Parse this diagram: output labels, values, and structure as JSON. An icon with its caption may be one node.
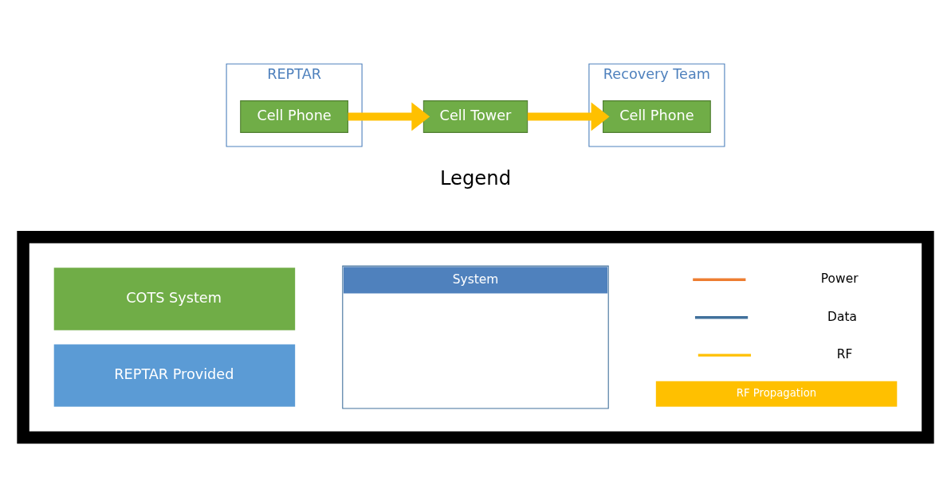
{
  "diagram": {
    "nodes": [
      {
        "text": [
          "REPTAR"
        ]
      },
      {
        "text": [
          "Cell Phone"
        ],
        "in": 0
      },
      {
        "text": [
          "Cell Tower"
        ]
      },
      {
        "text": [
          "Recovery Team"
        ]
      },
      {
        "text": [
          "Cell Phone"
        ],
        "in": 3
      }
    ],
    "edges": [
      {
        "from": 1,
        "to": 2,
        "arrow": "to",
        "color": "#ffc000"
      },
      {
        "from": 2,
        "to": 4,
        "arrow": "to",
        "color": "#ffc000"
      }
    ],
    "labels": [
      "Legend"
    ],
    "legend": [
      {
        "text": "COTS System",
        "color": "#70ad47"
      },
      {
        "text": "REPTAR Provided",
        "color": "#5b9bd5"
      },
      {
        "text": "System"
      },
      {
        "text": "Power"
      },
      {
        "text": "Data"
      },
      {
        "text": "RF"
      },
      {
        "text": "RF Propagation"
      }
    ]
  }
}
